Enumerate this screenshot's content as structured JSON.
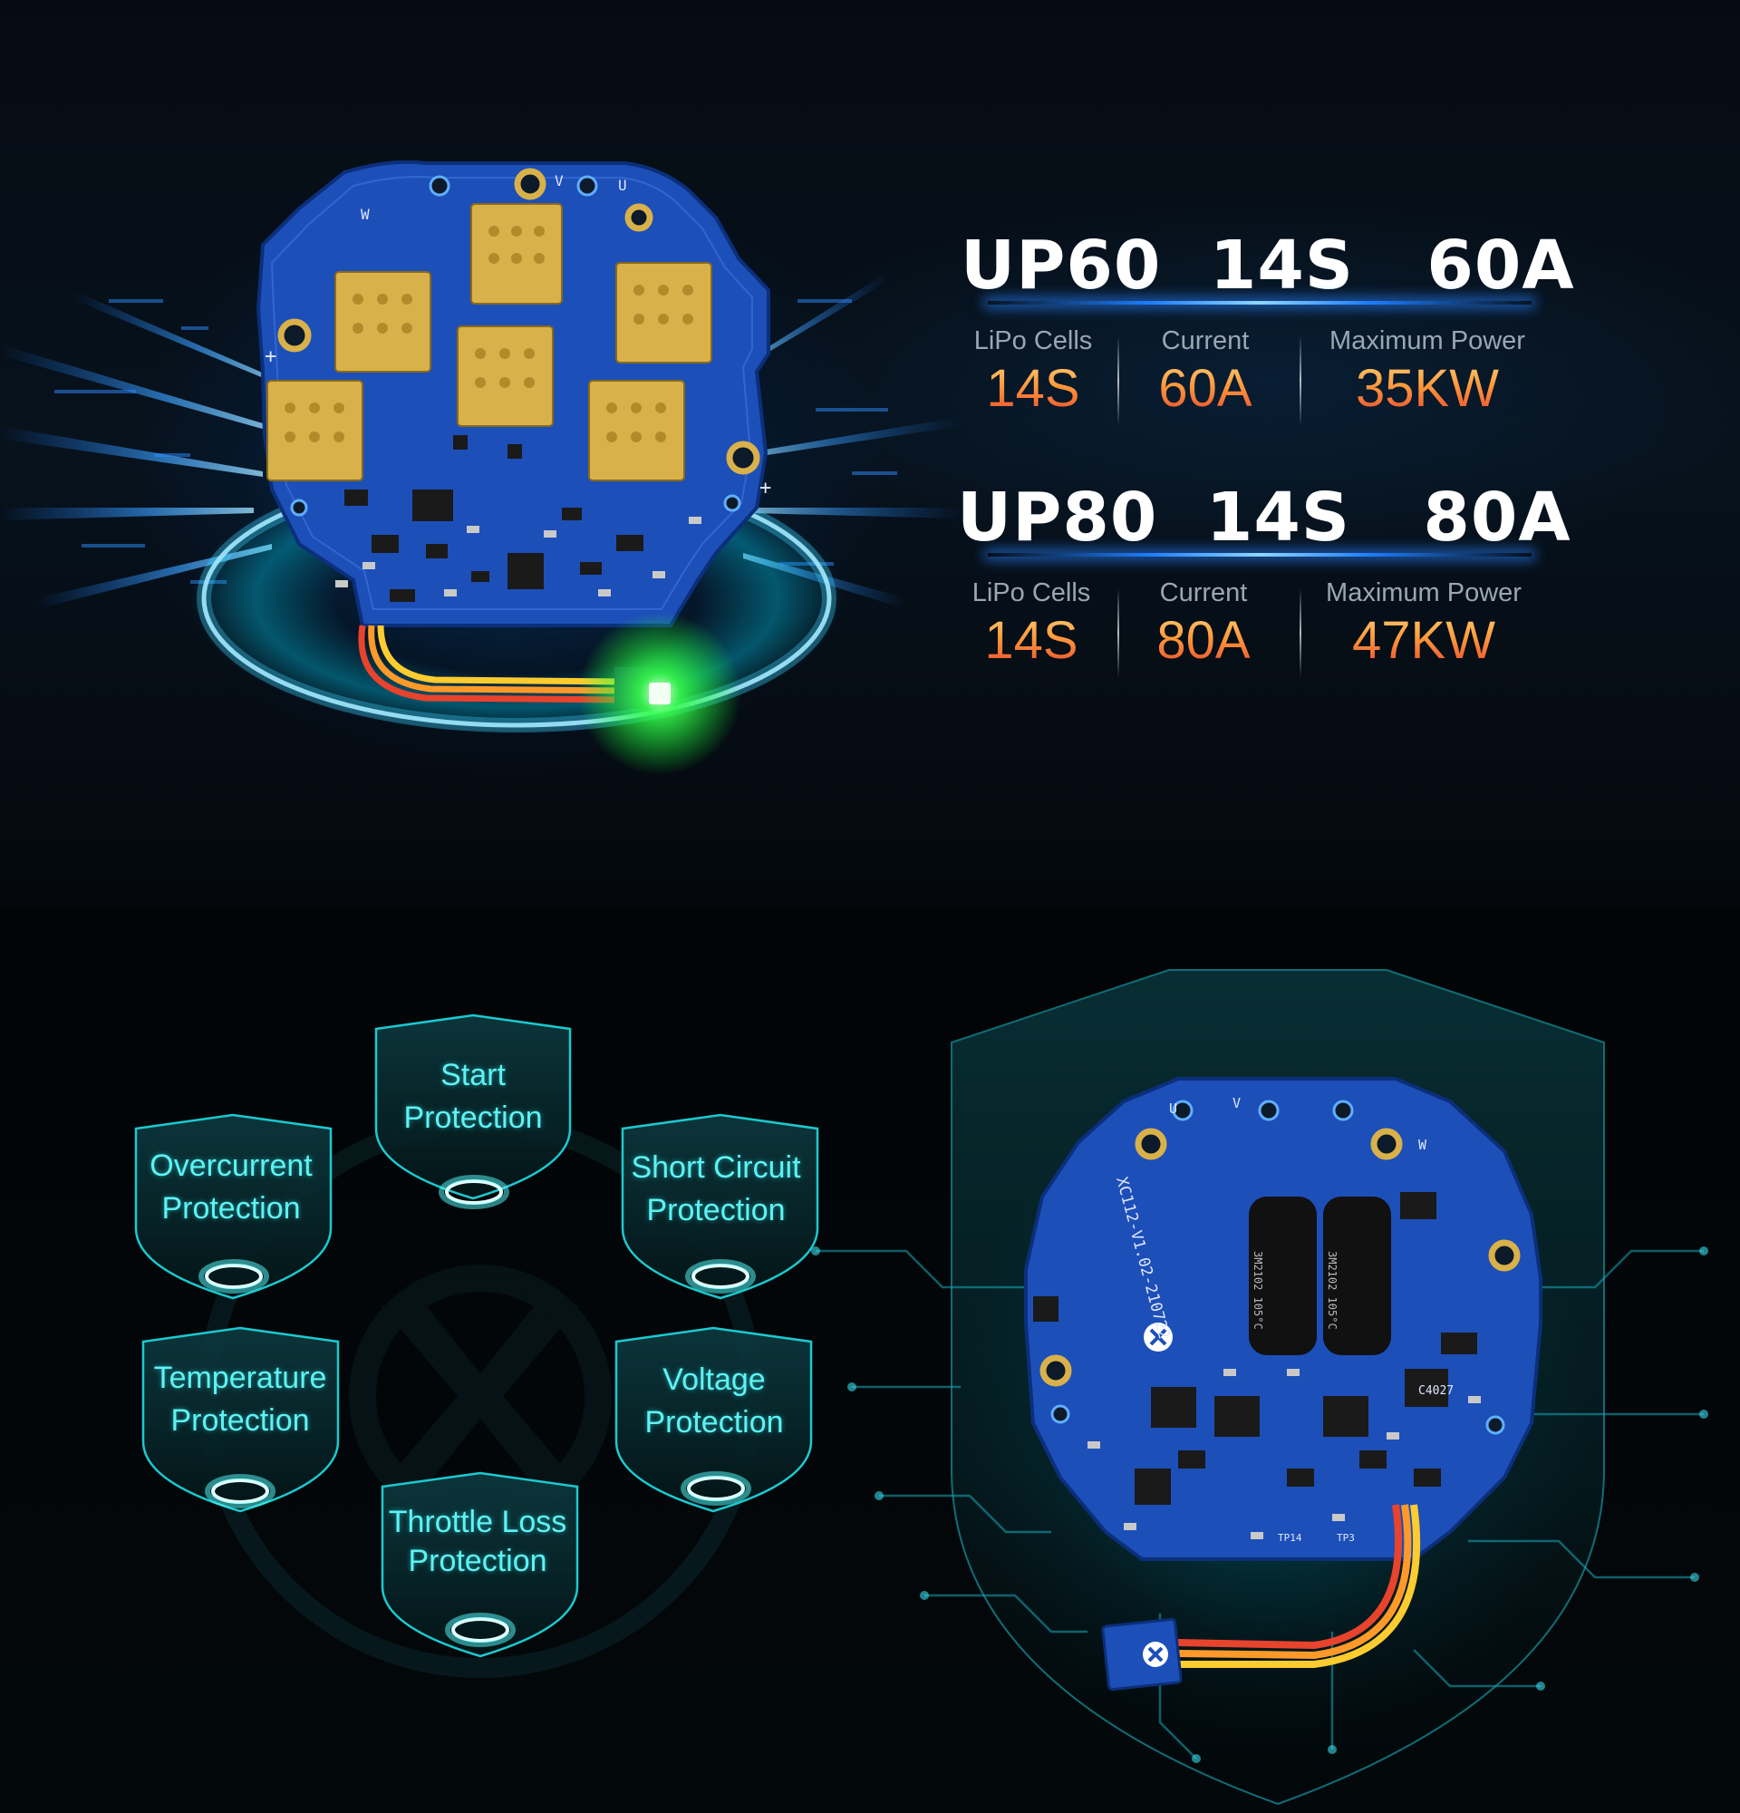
{
  "specs": [
    {
      "title": "UP60  14S   60A",
      "cols": [
        {
          "label": "LiPo Cells",
          "value": "14S"
        },
        {
          "label": "Current",
          "value": "60A"
        },
        {
          "label": "Maximum Power",
          "value": "35KW"
        }
      ]
    },
    {
      "title": "UP80  14S   80A",
      "cols": [
        {
          "label": "LiPo Cells",
          "value": "14S"
        },
        {
          "label": "Current",
          "value": "80A"
        },
        {
          "label": "Maximum Power",
          "value": "47KW"
        }
      ]
    }
  ],
  "protections": [
    {
      "line1": "Start",
      "line2": "Protection"
    },
    {
      "line1": "Overcurrent",
      "line2": "Protection"
    },
    {
      "line1": "Short Circuit",
      "line2": "Protection"
    },
    {
      "line1": "Temperature",
      "line2": "Protection"
    },
    {
      "line1": "Voltage",
      "line2": "Protection"
    },
    {
      "line1": "Throttle Loss",
      "line2": "Protection"
    }
  ],
  "board_top": {
    "silkscreen": [
      "W",
      "V",
      "U",
      "+",
      "+"
    ]
  },
  "board_bottom": {
    "silkscreen": [
      "U",
      "V",
      "W",
      "XC112-V1.02-210722",
      "C4027",
      "TP14",
      "TP3"
    ],
    "capacitor_text": "3M2102 105°C"
  },
  "colors": {
    "pcb_blue": "#1d4fb8",
    "gold_pad": "#d9b14a",
    "cyan_text": "#5ff2f2",
    "orange_value": "#ff9a3c"
  }
}
